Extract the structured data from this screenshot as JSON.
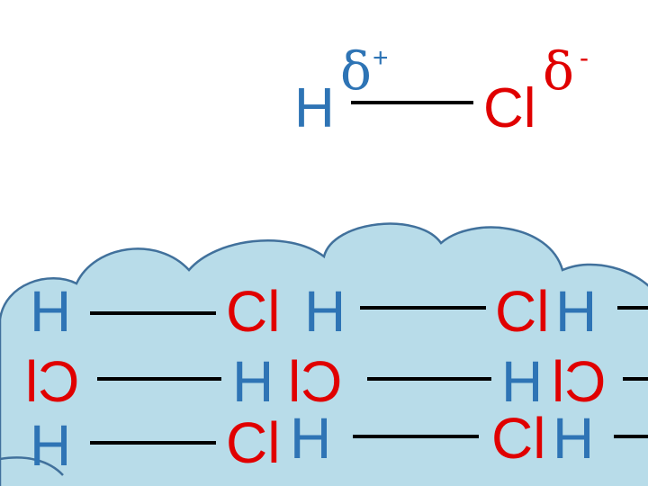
{
  "molecule": {
    "hydrogen": "H",
    "chlorine": "Cl",
    "delta_positive": {
      "symbol": "δ",
      "sign": "+"
    },
    "delta_negative": {
      "symbol": "δ",
      "sign": "-"
    }
  },
  "lattice": {
    "row1": {
      "a1": "H",
      "a2": "Cl",
      "a3": "H",
      "a4": "Cl",
      "a5": "H"
    },
    "row2": {
      "a1": "Cl",
      "a2": "H",
      "a3": "Cl",
      "a4": "H",
      "a5": "Cl"
    },
    "row3": {
      "a1": "H",
      "a2": "Cl",
      "a3": "H",
      "a4": "Cl",
      "a5": "H"
    }
  },
  "colors": {
    "hydrogen": "#2e74b5",
    "chlorine": "#e00000",
    "bond": "#000000",
    "cloud_fill": "#b8dce9",
    "cloud_stroke": "#41719c"
  }
}
